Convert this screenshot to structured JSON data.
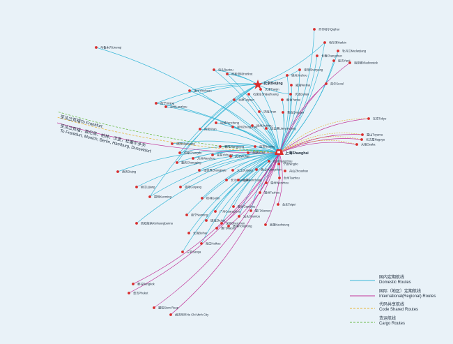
{
  "colors": {
    "background": "#e9f2f8",
    "domestic": "#3bb8d8",
    "international": "#c2379a",
    "codeshare": "#e7b53a",
    "cargo": "#6cbb4a",
    "city_dot": "#d92d2d",
    "hub_star": "#d92d2d",
    "text": "#1f2d3d"
  },
  "hubs": {
    "beijing": "北京Beijing",
    "shanghai": "上海Shanghai"
  },
  "long_haul_labels": {
    "frankfurt": "至法兰克福To Frankfurt",
    "europe_cn": "至法兰克福，慕尼黑，柏林，汉堡，杜塞尔多夫",
    "europe_en": "To Frankfurt, Munich, Berlin, Hamburg, Dusseldorf"
  },
  "legend": {
    "domestic_cn": "国内定期航线",
    "domestic_en": "Domestic Routes",
    "international_cn": "国际（地区）定期航线",
    "international_en": "International(Regional) Routes",
    "codeshare_cn": "代码共享航线",
    "codeshare_en": "Code Shared Routes",
    "cargo_cn": "货运航线",
    "cargo_en": "Cargo Routes"
  },
  "cities": {
    "qiqihar": "齐齐哈尔Qiqihar",
    "harbin": "哈尔滨Harbin",
    "mudanjiang": "牡丹江Mudanjiang",
    "changchun": "长春Changchun",
    "yanji": "延吉Yanji",
    "vladivostok": "海参崴Vladivostok",
    "urumqi": "乌鲁木齐Urumqi",
    "baotou": "包头Baotou",
    "hohhot": "呼和浩特Hohhot",
    "shenyang": "沈阳Shenyang",
    "jinzhou": "锦州Jinzhou",
    "dalian": "大连Dalian",
    "seoul": "首尔Seoul",
    "tianjin": "天津Tianjin",
    "shijiazhuang": "石家庄Shijiazhuang",
    "yinchuan": "银川Yinchuan",
    "taiyuan": "太原Taiyuan",
    "yantai": "烟台Yantai",
    "weihai": "威海Weihai",
    "qingdao": "青岛Qingdao",
    "jinan": "济南Jinan",
    "xining": "西宁Xining",
    "lanzhou": "兰州Lanzhou",
    "yuncheng": "运城Yuncheng",
    "zhengzhou": "郑州Zhengzhou",
    "xian": "西安Xi'an",
    "xuzhou": "徐州Xuzhou",
    "lianyungang": "连云港Lianyungang",
    "tokyo": "东京Tokyo",
    "toyama": "富山Toyama",
    "nagoya": "名古屋Nagoya",
    "osaka": "大阪Osaka",
    "mianyang": "绵阳Mianyang",
    "xiangyang": "襄阳Xiangyang",
    "nanjing": "南京Nanjing",
    "hefei": "合肥Hefei",
    "chengdu": "成都Chengdu",
    "yichang": "宜昌Yichang",
    "wuhan": "武汉Wuhan",
    "wanzhou": "万州Wanzhou",
    "chongqing": "重庆Chongqing",
    "hangzhou": "杭州Hangzhou",
    "ningbo": "宁波Ningbo",
    "zhangjiajie": "张家界Zhangjiajie",
    "jiujiang": "九江Jiujiang",
    "huangshan": "黄山Huangshan",
    "zhoushan": "舟山Zhoushan",
    "changsha": "长沙Changsha",
    "nanchang": "南昌Nanchang",
    "taizhou": "台州Taizhou",
    "wenzhou": "温州Wenzhou",
    "dalihe": "迪庆Diqing",
    "lijiang": "丽江Lijiang",
    "guiyang": "贵阳Guiyang",
    "kunming": "昆明Kunming",
    "guilin": "桂林Guilin",
    "fuzhou": "福州Fuzhou",
    "ganzhou": "赣州Ganzhou",
    "taipei": "台北Taipei",
    "xiamen": "厦门Xiamen",
    "nanning": "南宁Nanning",
    "guangzhou": "广州Guangzhou",
    "shantou": "汕头Shantou",
    "zhuhai": "珠海Zhuhai",
    "shenzhen": "深圳Shenzhen",
    "hongkong": "香港Hongkong",
    "macau": "澳门Macau",
    "kaohsiung": "高雄Kaohsiung",
    "xishuangbanna": "西双版纳Xishuangbanna",
    "beihai": "北海Beihai",
    "haikou": "海口Haikou",
    "sanya": "三亚Sanya",
    "bangkok": "曼谷Bangkok",
    "phuket": "普吉Phuket",
    "siemreap": "暹粒Siem Reap",
    "hochiminh": "胡志明市Ho Chi Minh City"
  }
}
